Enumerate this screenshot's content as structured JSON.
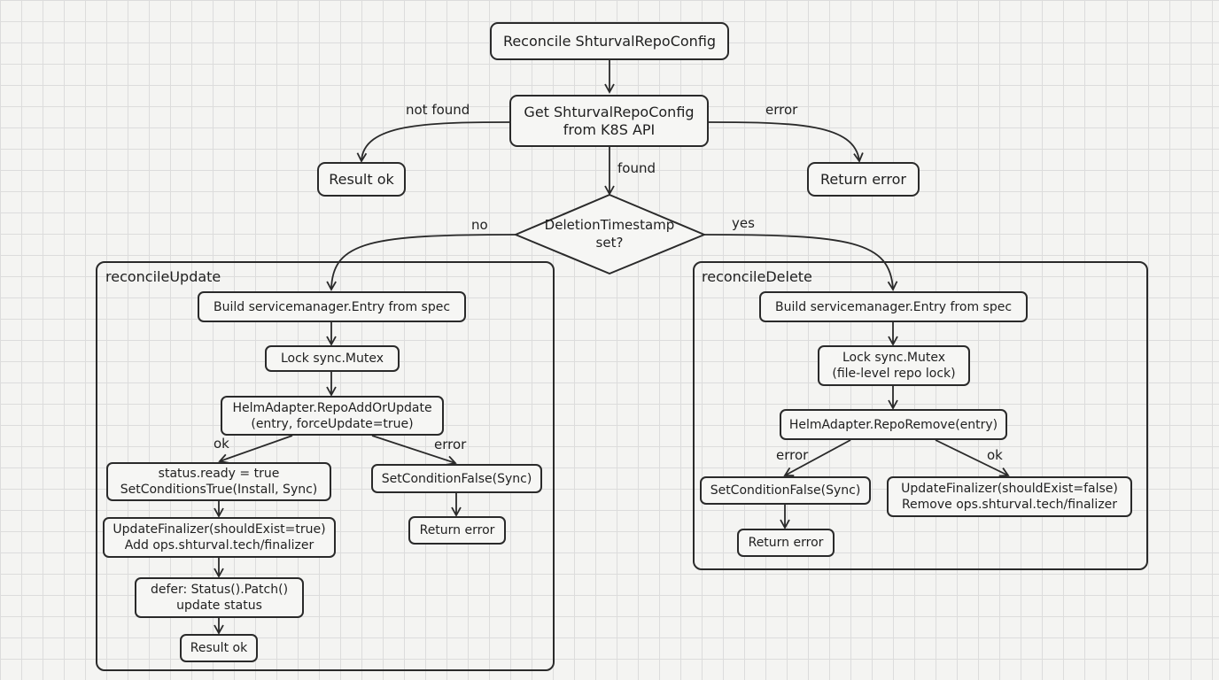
{
  "nodes": {
    "reconcile": "Reconcile ShturvalRepoConfig",
    "get_line1": "Get ShturvalRepoConfig",
    "get_line2": "from K8S API",
    "result_ok_top": "Result ok",
    "return_error_top": "Return error",
    "decision_line1": "DeletionTimestamp",
    "decision_line2": "set?",
    "update_build": "Build servicemanager.Entry from spec",
    "update_lock": "Lock sync.Mutex",
    "update_helm_line1": "HelmAdapter.RepoAddOrUpdate",
    "update_helm_line2": "(entry, forceUpdate=true)",
    "update_status_line1": "status.ready = true",
    "update_status_line2": "SetConditionsTrue(Install, Sync)",
    "update_setfalse": "SetConditionFalse(Sync)",
    "update_return_error": "Return error",
    "update_finalizer_line1": "UpdateFinalizer(shouldExist=true)",
    "update_finalizer_line2": "Add ops.shturval.tech/finalizer",
    "update_defer_line1": "defer: Status().Patch()",
    "update_defer_line2": "update status",
    "update_result_ok": "Result ok",
    "delete_build": "Build servicemanager.Entry from spec",
    "delete_lock_line1": "Lock sync.Mutex",
    "delete_lock_line2": "(file-level repo lock)",
    "delete_helm": "HelmAdapter.RepoRemove(entry)",
    "delete_setfalse": "SetConditionFalse(Sync)",
    "delete_return_error": "Return error",
    "delete_finalizer_line1": "UpdateFinalizer(shouldExist=false)",
    "delete_finalizer_line2": "Remove ops.shturval.tech/finalizer"
  },
  "groups": {
    "update_title": "reconcileUpdate",
    "delete_title": "reconcileDelete"
  },
  "edge_labels": {
    "not_found": "not found",
    "error_top": "error",
    "found": "found",
    "no": "no",
    "yes": "yes",
    "update_ok": "ok",
    "update_error": "error",
    "delete_error": "error",
    "delete_ok": "ok"
  },
  "colors": {
    "ink": "#2a2a2a",
    "paper": "#f4f4f2",
    "grid": "#dcdcdc"
  }
}
